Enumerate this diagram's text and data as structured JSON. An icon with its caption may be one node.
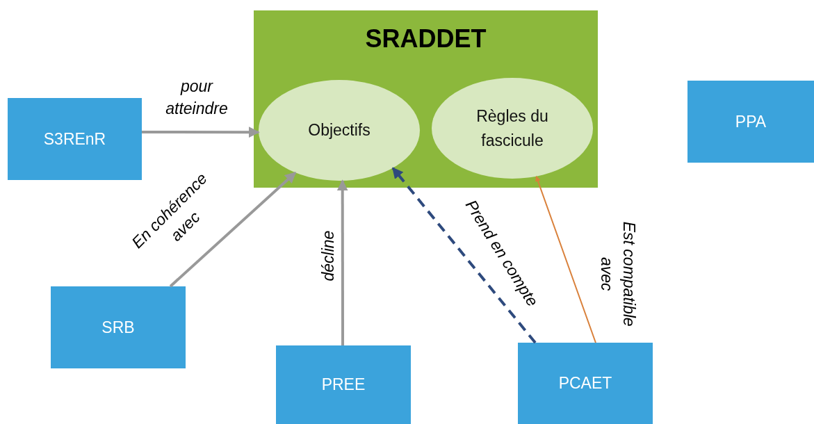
{
  "diagram": {
    "nodes": [
      {
        "text": [
          "SRADDET"
        ]
      },
      {
        "text": [
          "Objectifs"
        ],
        "in": 0
      },
      {
        "text": [
          "Règles du fascicule"
        ],
        "in": 0
      },
      {
        "text": [
          "S3REnR"
        ]
      },
      {
        "text": [
          "PPA"
        ]
      },
      {
        "text": [
          "SRB"
        ]
      },
      {
        "text": [
          "PREE"
        ]
      },
      {
        "text": [
          "PCAET"
        ]
      }
    ],
    "edges": [
      {
        "from": 3,
        "to": 1,
        "arrow": "to",
        "label": "pour atteindre"
      },
      {
        "from": 5,
        "to": 1,
        "arrow": "to",
        "label": "En cohérence avec"
      },
      {
        "from": 6,
        "to": 1,
        "arrow": "to",
        "label": "décline"
      },
      {
        "from": 7,
        "to": 1,
        "arrow": "to",
        "label": "Prend en compte",
        "style": "dashed",
        "color": "#2e4a7d"
      },
      {
        "from": 7,
        "to": 2,
        "arrow": "to",
        "label": "Est compatible avec",
        "color": "#d9803a"
      }
    ]
  }
}
